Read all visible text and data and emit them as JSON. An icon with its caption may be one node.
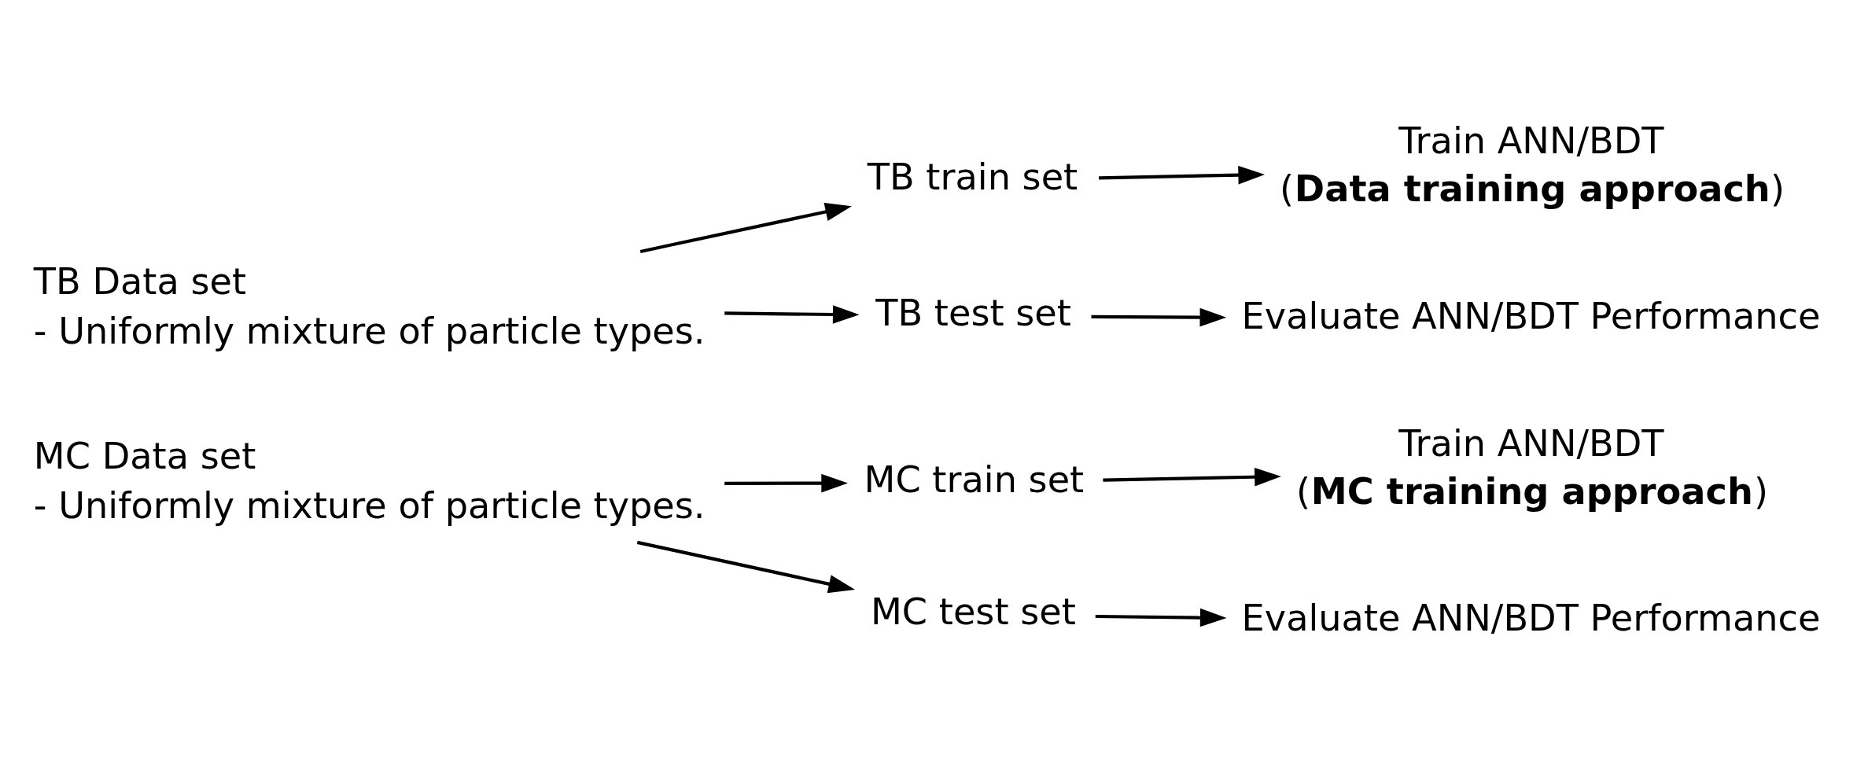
{
  "diagram": {
    "nodes": [
      {
        "text": [
          "TB Data set",
          "- Uniformly mixture of particle types."
        ]
      },
      {
        "text": [
          "TB train set"
        ]
      },
      {
        "text": [
          "Train ANN/BDT",
          "(**Data training approach**)"
        ]
      },
      {
        "text": [
          "TB test set"
        ]
      },
      {
        "text": [
          "Evaluate ANN/BDT Performance"
        ]
      },
      {
        "text": [
          "MC Data set",
          "- Uniformly mixture of particle types."
        ]
      },
      {
        "text": [
          "MC train set"
        ]
      },
      {
        "text": [
          "Train ANN/BDT",
          "(**MC training approach**)"
        ]
      },
      {
        "text": [
          "MC test set"
        ]
      },
      {
        "text": [
          "Evaluate ANN/BDT Performance"
        ]
      }
    ],
    "edges": [
      {
        "from": 0,
        "to": 1,
        "arrow": "to"
      },
      {
        "from": 0,
        "to": 3,
        "arrow": "to"
      },
      {
        "from": 1,
        "to": 2,
        "arrow": "to"
      },
      {
        "from": 3,
        "to": 4,
        "arrow": "to"
      },
      {
        "from": 5,
        "to": 6,
        "arrow": "to"
      },
      {
        "from": 5,
        "to": 8,
        "arrow": "to"
      },
      {
        "from": 6,
        "to": 7,
        "arrow": "to"
      },
      {
        "from": 8,
        "to": 9,
        "arrow": "to"
      }
    ]
  }
}
